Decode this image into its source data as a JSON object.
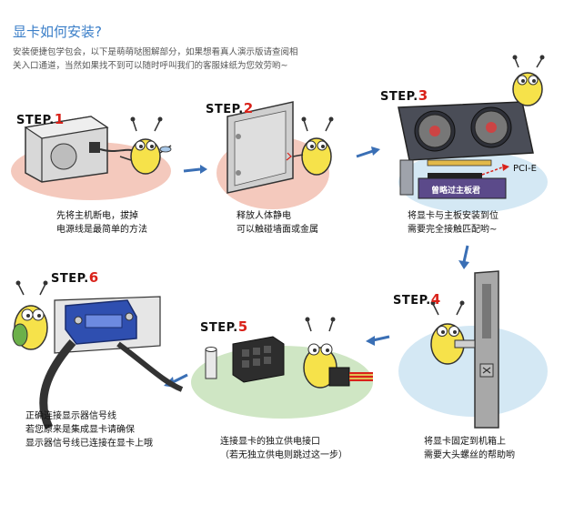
{
  "header": {
    "title": "显卡如何安装?",
    "intro_line1": "安装便捷包学包会，以下是萌萌哒图解部分，如果想看真人演示版请查阅相",
    "intro_line2": "关入口通道，当然如果找不到可以随时呼叫我们的客服妹纸为您效劳哟~"
  },
  "steps": [
    {
      "prefix": "STEP.",
      "num": "1",
      "caption_l1": "先将主机断电，拔掉",
      "caption_l2": "电源线是最简单的方法"
    },
    {
      "prefix": "STEP.",
      "num": "2",
      "caption_l1": "释放人体静电",
      "caption_l2": "可以触碰墙面或金属"
    },
    {
      "prefix": "STEP.",
      "num": "3",
      "caption_l1": "将显卡与主板安装到位",
      "caption_l2": "需要完全接触匹配哟~"
    },
    {
      "prefix": "STEP.",
      "num": "4",
      "caption_l1": "将显卡固定到机箱上",
      "caption_l2": "需要大头螺丝的帮助哟"
    },
    {
      "prefix": "STEP.",
      "num": "5",
      "caption_l1": "连接显卡的独立供电接口",
      "caption_l2": "（若无独立供电则跳过这一步）"
    },
    {
      "prefix": "STEP.",
      "num": "6",
      "caption_l1": "正确连接显示器信号线",
      "caption_l2": "若您原来是集成显卡请确保",
      "caption_l3": "显示器信号线已连接在显卡上哦"
    }
  ],
  "labels": {
    "pcie": "PCI-E",
    "motherboard": "曾略过主板君"
  },
  "colors": {
    "accent_blue": "#3a7ec8",
    "step_red": "#d9221a",
    "bg_pink": "#f4c9bd",
    "bg_blue": "#d4e8f4",
    "bg_green": "#cfe6c4",
    "bg_peach": "#f7dccb",
    "arrow_blue": "#3a6fb5"
  }
}
